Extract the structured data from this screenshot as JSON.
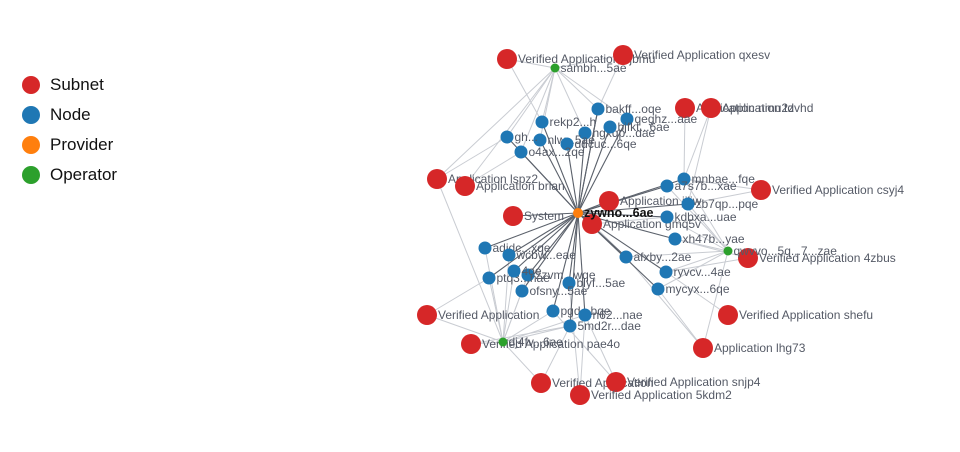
{
  "legend": [
    {
      "key": "subnet",
      "label": "Subnet",
      "color": "#d62728"
    },
    {
      "key": "node",
      "label": "Node",
      "color": "#1f77b4"
    },
    {
      "key": "provider",
      "label": "Provider",
      "color": "#ff7f0e"
    },
    {
      "key": "operator",
      "label": "Operator",
      "color": "#2ca02c"
    }
  ],
  "graph": {
    "nodes": [
      {
        "id": "prov",
        "type": "provider",
        "label": "zywno...6ae",
        "bold": true
      },
      {
        "id": "op1",
        "type": "operator",
        "label": "sambh...5ae"
      },
      {
        "id": "op2",
        "type": "operator",
        "label": "dj4fv...6ae"
      },
      {
        "id": "op3",
        "type": "operator",
        "label": "qwvvo...5q...7...zae"
      },
      {
        "id": "s1",
        "type": "subnet",
        "label": "Verified Application ejbmu"
      },
      {
        "id": "s2",
        "type": "subnet",
        "label": "Verified Application qxesv"
      },
      {
        "id": "s3",
        "type": "subnet",
        "label": "Application nmu2z"
      },
      {
        "id": "s4",
        "type": "subnet",
        "label": "Application tdvhd"
      },
      {
        "id": "s5",
        "type": "subnet",
        "label": "Application lspz2"
      },
      {
        "id": "s6",
        "type": "subnet",
        "label": "Application brian"
      },
      {
        "id": "s7",
        "type": "subnet",
        "label": "Verified Application csyj4"
      },
      {
        "id": "s8",
        "type": "subnet",
        "label": "Application jiliw"
      },
      {
        "id": "s9",
        "type": "subnet",
        "label": "System"
      },
      {
        "id": "s10",
        "type": "subnet",
        "label": "Application gmq5v"
      },
      {
        "id": "s11",
        "type": "subnet",
        "label": "Verified Application 4zbus"
      },
      {
        "id": "s12",
        "type": "subnet",
        "label": "Verified Application"
      },
      {
        "id": "s13",
        "type": "subnet",
        "label": "Verified Application shefu"
      },
      {
        "id": "s14",
        "type": "subnet",
        "label": "Verified Application pae4o"
      },
      {
        "id": "s15",
        "type": "subnet",
        "label": "Application lhg73"
      },
      {
        "id": "s16",
        "type": "subnet",
        "label": "Verified Application"
      },
      {
        "id": "s17",
        "type": "subnet",
        "label": "Verified Application snjp4"
      },
      {
        "id": "s18",
        "type": "subnet",
        "label": "Verified Application 5kdm2"
      },
      {
        "id": "n1",
        "type": "node",
        "label": "bakff...oqe"
      },
      {
        "id": "n2",
        "type": "node",
        "label": "rekp2...h"
      },
      {
        "id": "n3",
        "type": "node",
        "label": "qeghz...aae"
      },
      {
        "id": "n4",
        "type": "node",
        "label": "hgxqp...dae"
      },
      {
        "id": "n5",
        "type": "node",
        "label": "bjfkt...6ae"
      },
      {
        "id": "n6",
        "type": "node",
        "label": "nlw...5ae"
      },
      {
        "id": "n7",
        "type": "node",
        "label": "ddcuc...6qe"
      },
      {
        "id": "n8",
        "type": "node",
        "label": "o4ax...2qe"
      },
      {
        "id": "n9",
        "type": "node",
        "label": "gh..."
      },
      {
        "id": "n10",
        "type": "node",
        "label": "mnbae...fqe"
      },
      {
        "id": "n11",
        "type": "node",
        "label": "a7s7b...xae"
      },
      {
        "id": "n12",
        "type": "node",
        "label": "zb7qp...pqe"
      },
      {
        "id": "n13",
        "type": "node",
        "label": "kdbxa...uae"
      },
      {
        "id": "n14",
        "type": "node",
        "label": "xh47b...yae"
      },
      {
        "id": "n15",
        "type": "node",
        "label": "afxby...2ae"
      },
      {
        "id": "n16",
        "type": "node",
        "label": "ryvcv...4ae"
      },
      {
        "id": "n17",
        "type": "node",
        "label": "mycyx...6qe"
      },
      {
        "id": "n18",
        "type": "node",
        "label": "adidc...xqe"
      },
      {
        "id": "n19",
        "type": "node",
        "label": "wcbw...eae"
      },
      {
        "id": "n20",
        "type": "node",
        "label": "zzvm...wqe"
      },
      {
        "id": "n21",
        "type": "node",
        "label": "ptq3...hae"
      },
      {
        "id": "n22",
        "type": "node",
        "label": "blyf...5ae"
      },
      {
        "id": "n23",
        "type": "node",
        "label": "ofsny...5ae"
      },
      {
        "id": "n24",
        "type": "node",
        "label": "pgd...bqe"
      },
      {
        "id": "n25",
        "type": "node",
        "label": "n62...nae"
      },
      {
        "id": "n26",
        "type": "node",
        "label": "5md2r...dae"
      },
      {
        "id": "n27",
        "type": "node",
        "label": "4oe"
      }
    ]
  }
}
